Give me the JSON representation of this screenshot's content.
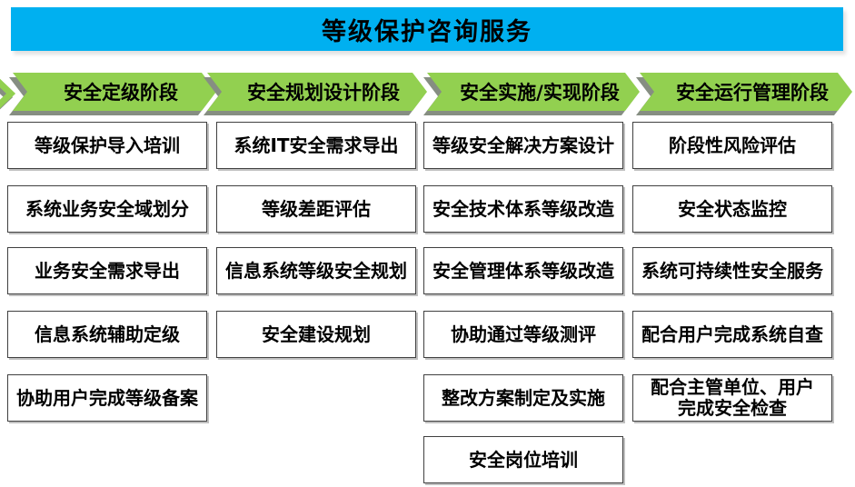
{
  "title": "等级保护咨询服务",
  "colors": {
    "banner_bg": "#00B0F0",
    "arrow_green": "#92D050",
    "arrow_shadow": "#868E82",
    "box_border": "#404040",
    "text": "#000000"
  },
  "phases": [
    {
      "label": "安全定级阶段",
      "items": [
        "等级保护导入培训",
        "系统业务安全域划分",
        "业务安全需求导出",
        "信息系统辅助定级",
        "协助用户完成等级备案"
      ]
    },
    {
      "label": "安全规划设计阶段",
      "items": [
        "系统IT安全需求导出",
        "等级差距评估",
        "信息系统等级安全规划",
        "安全建设规划"
      ]
    },
    {
      "label": "安全实施/实现阶段",
      "items": [
        "等级安全解决方案设计",
        "安全技术体系等级改造",
        "安全管理体系等级改造",
        "协助通过等级测评",
        "整改方案制定及实施",
        "安全岗位培训"
      ]
    },
    {
      "label": "安全运行管理阶段",
      "items": [
        "阶段性风险评估",
        "安全状态监控",
        "系统可持续性安全服务",
        "配合用户完成系统自查",
        "配合主管单位、用户\n完成安全检查"
      ]
    }
  ]
}
